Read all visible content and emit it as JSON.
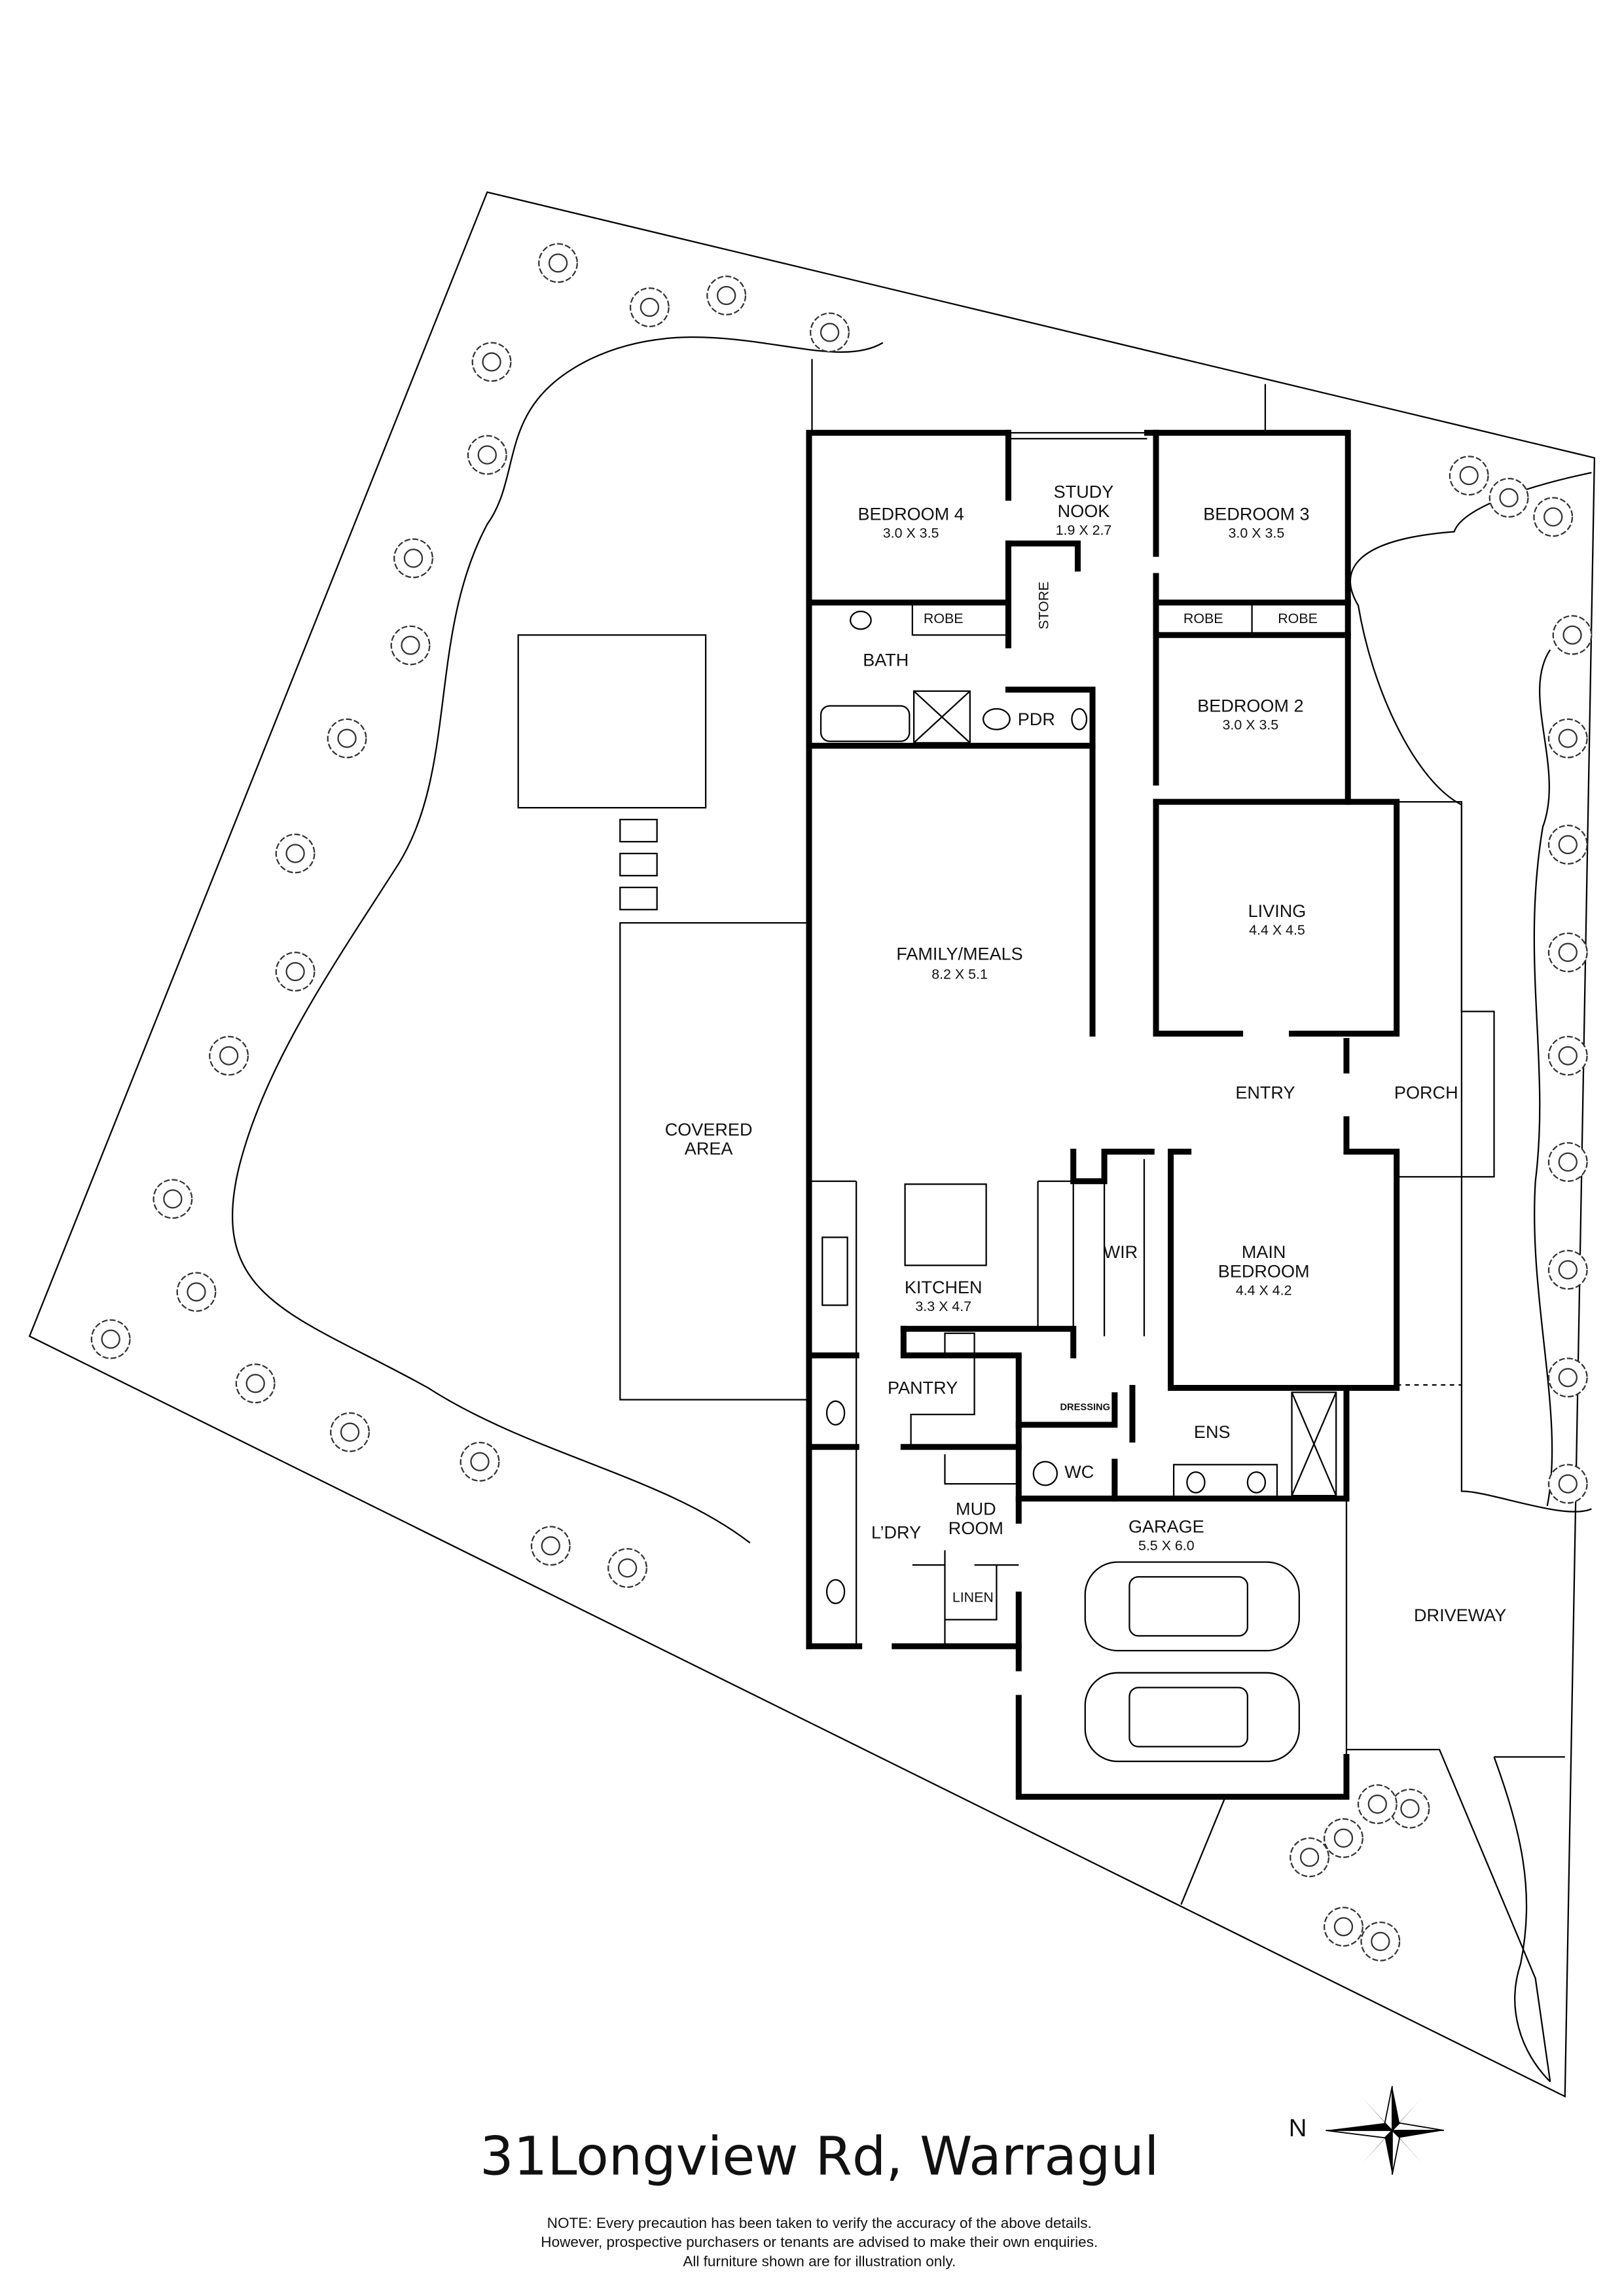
{
  "title": "31Longview Rd, Warragul",
  "note": [
    "NOTE: Every precaution has been taken to verify the accuracy of the above details.",
    "However, prospective purchasers or tenants are advised to make their own enquiries.",
    "All furniture shown are for illustration only."
  ],
  "compass": {
    "north_label": "N",
    "icon": "compass-rose-icon"
  },
  "rooms": {
    "bedroom4": {
      "name": "BEDROOM 4",
      "dims": "3.0 X 3.5"
    },
    "study": {
      "name1": "STUDY",
      "name2": "NOOK",
      "dims": "1.9 X 2.7"
    },
    "bedroom3": {
      "name": "BEDROOM 3",
      "dims": "3.0 X 3.5"
    },
    "robe1": {
      "name": "ROBE"
    },
    "store": {
      "name": "STORE"
    },
    "robe2": {
      "name": "ROBE"
    },
    "robe3": {
      "name": "ROBE"
    },
    "bath": {
      "name": "BATH"
    },
    "pdr": {
      "name": "PDR"
    },
    "bedroom2": {
      "name": "BEDROOM 2",
      "dims": "3.0 X 3.5"
    },
    "living": {
      "name": "LIVING",
      "dims": "4.4 X 4.5"
    },
    "family": {
      "name": "FAMILY/MEALS",
      "dims": "8.2 X 5.1"
    },
    "entry": {
      "name": "ENTRY"
    },
    "porch": {
      "name": "PORCH"
    },
    "covered": {
      "name1": "COVERED",
      "name2": "AREA"
    },
    "wir": {
      "name": "WIR"
    },
    "main_bedroom": {
      "name1": "MAIN",
      "name2": "BEDROOM",
      "dims": "4.4 X 4.2"
    },
    "kitchen": {
      "name": "KITCHEN",
      "dims": "3.3 X 4.7"
    },
    "pantry": {
      "name": "PANTRY"
    },
    "dressing": {
      "name": "DRESSING"
    },
    "ens": {
      "name": "ENS"
    },
    "wc": {
      "name": "WC"
    },
    "mud": {
      "name1": "MUD",
      "name2": "ROOM"
    },
    "ldry": {
      "name": "L’DRY"
    },
    "garage": {
      "name": "GARAGE",
      "dims": "5.5 X 6.0"
    },
    "linen": {
      "name": "LINEN"
    },
    "driveway": {
      "name": "DRIVEWAY"
    }
  }
}
